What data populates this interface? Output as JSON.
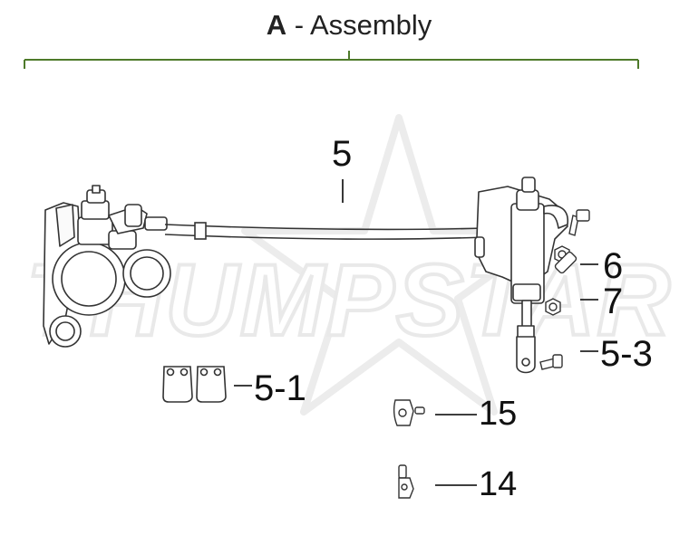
{
  "header": {
    "section_letter": "A",
    "separator": "-",
    "section_title": "Assembly"
  },
  "watermark": {
    "text": "THUMPSTAR"
  },
  "callouts": {
    "brake_line": "5",
    "nut": "6",
    "washer": "7",
    "pivot_bolt": "5-3",
    "brake_pads": "5-1",
    "clip": "15",
    "bracket": "14"
  },
  "colors": {
    "bracket_line": "#4e7a2a",
    "outline": "#333333",
    "watermark": "#ececec"
  }
}
